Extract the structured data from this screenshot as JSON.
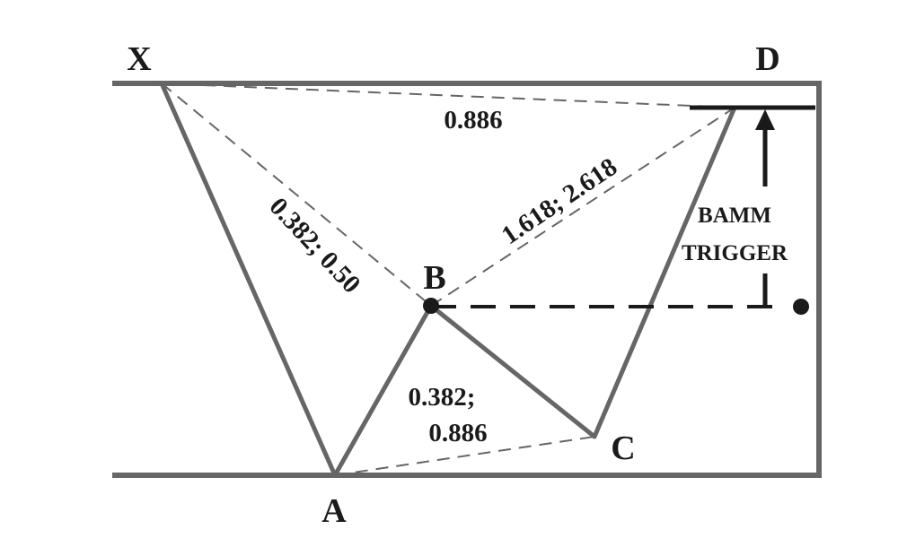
{
  "points": {
    "x": "X",
    "a": "A",
    "b": "B",
    "c": "C",
    "d": "D"
  },
  "ratios": {
    "xd": "0.886",
    "xab": "0.382; 0.50",
    "bd": "1.618; 2.618",
    "abc_line1": "0.382;",
    "abc_line2": "0.886"
  },
  "trigger": {
    "line1": "BAMM",
    "line2": "TRIGGER"
  },
  "colors": {
    "pattern": "#666666",
    "trigger": "#1a1a1a"
  }
}
